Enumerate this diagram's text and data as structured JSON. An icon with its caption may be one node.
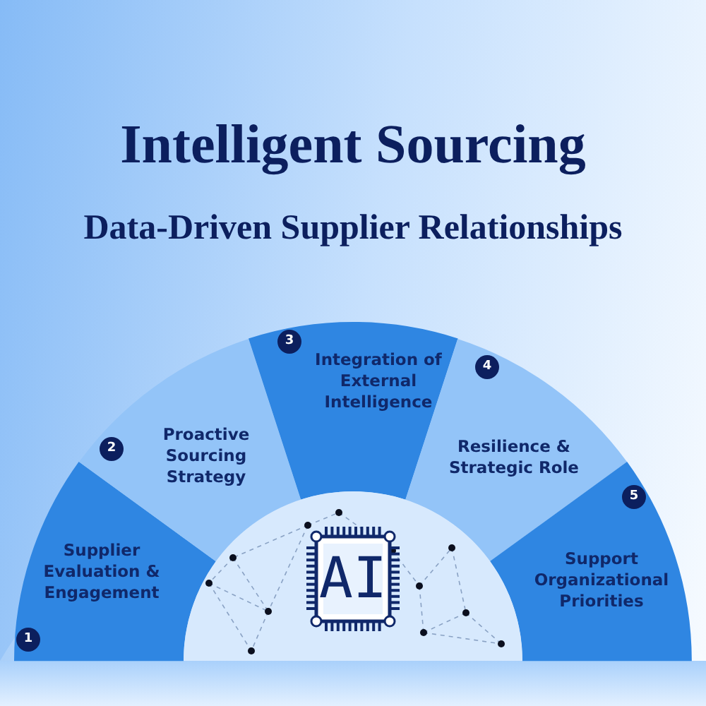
{
  "diagram": {
    "title": "Intelligent Sourcing",
    "nodes": [
      {
        "text": [
          "1",
          "Supplier Evaluation & Engagement"
        ]
      },
      {
        "text": [
          "2",
          "Proactive Sourcing Strategy"
        ]
      },
      {
        "text": [
          "3",
          "Integration of External Intelligence"
        ]
      },
      {
        "text": [
          "4",
          "Resilience & Strategic Role"
        ]
      },
      {
        "text": [
          "5",
          "Support Organizational Priorities"
        ]
      },
      {
        "text": [
          "AI"
        ]
      }
    ],
    "labels": [
      "Data-Driven Supplier Relationships"
    ]
  }
}
